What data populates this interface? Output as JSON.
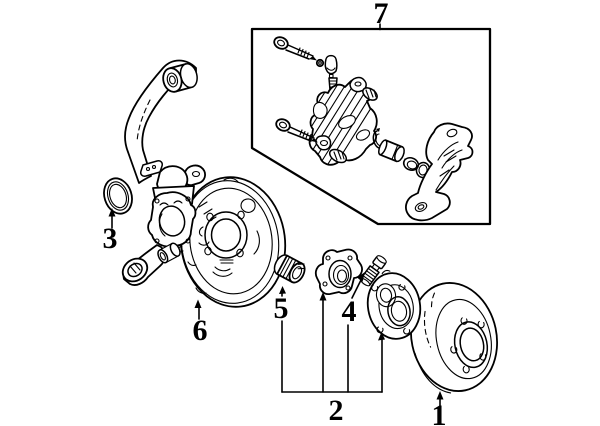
{
  "diagram": {
    "background_color": "#ffffff",
    "line_color": "#000000",
    "callouts": {
      "c1": {
        "label": "1"
      },
      "c2": {
        "label": "2"
      },
      "c3": {
        "label": "3"
      },
      "c4": {
        "label": "4"
      },
      "c5": {
        "label": "5"
      },
      "c6": {
        "label": "6"
      },
      "c7": {
        "label": "7"
      }
    }
  }
}
